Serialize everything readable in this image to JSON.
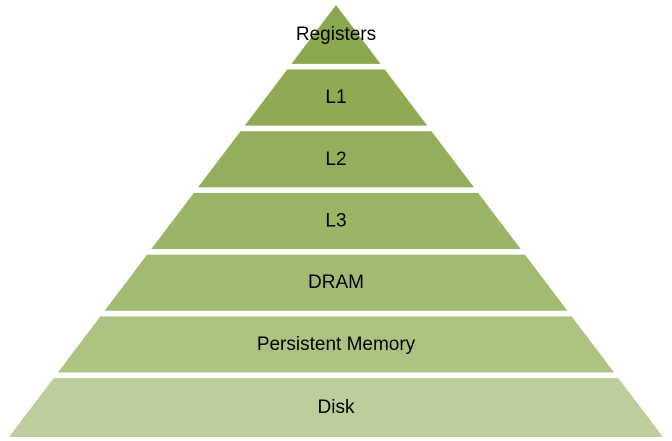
{
  "diagram": {
    "type": "pyramid",
    "semantic": "memory-hierarchy",
    "direction": "top-to-bottom",
    "background_color": "#ffffff",
    "divider_color": "#ffffff",
    "label_color": "#000000",
    "layers": [
      {
        "label": "Registers",
        "color": "#8aa84d"
      },
      {
        "label": "L1",
        "color": "#8eab53"
      },
      {
        "label": "L2",
        "color": "#93af5b"
      },
      {
        "label": "L3",
        "color": "#9ab566"
      },
      {
        "label": "DRAM",
        "color": "#a2bb72"
      },
      {
        "label": "Persistent Memory",
        "color": "#adc382"
      },
      {
        "label": "Disk",
        "color": "#bcce9b"
      }
    ]
  }
}
